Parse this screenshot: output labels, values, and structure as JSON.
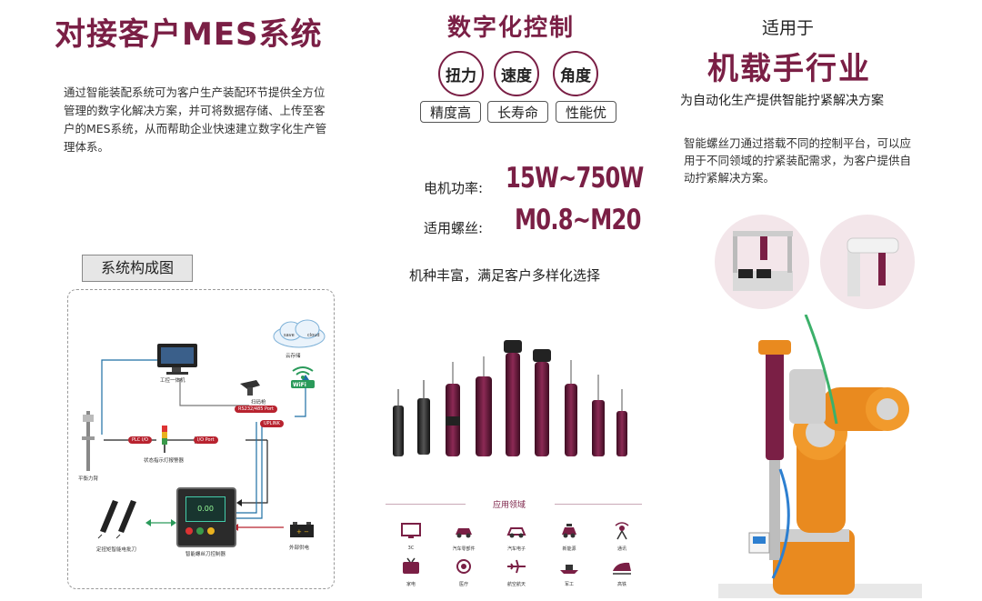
{
  "left": {
    "title": "对接客户MES系统",
    "intro": "通过智能装配系统可为客户生产装配环节提供全方位管理的数字化解决方案，并可将数据存储、上传至客户的MES系统，从而帮助企业快速建立数字化生产管理体系。",
    "diagram_label": "系统构成图",
    "diagram": {
      "workstation": "工控一体机",
      "cloud_save": "save",
      "cloud_cloud": "cloud",
      "cloud_storage": "云存储",
      "scanner": "扫码枪",
      "wifi": "WiFi",
      "port_rs": "RS232/485 Port",
      "port_uplink": "UPLINK",
      "port_plc": "PLC I/O",
      "port_io": "I/O Port",
      "tower_light": "状态指示灯报警器",
      "torque_arm": "平衡力臂",
      "screwdrivers": "定扭矩智能电批刀",
      "controller": "智能螺丝刀控制器",
      "power": "外部供电",
      "controller_screen": "0.00"
    }
  },
  "middle": {
    "title": "数字化控制",
    "circles": [
      "扭力",
      "速度",
      "角度"
    ],
    "tags": [
      "精度高",
      "长寿命",
      "性能优"
    ],
    "power_label": "电机功率:",
    "power_value": "15W~750W",
    "screw_label": "适用螺丝:",
    "screw_value": "M0.8~M20",
    "variety": "机种丰富，满足客户多样化选择",
    "applications_title": "应用领域",
    "applications": [
      {
        "icon": "tv-pc-icon",
        "label": "3C"
      },
      {
        "icon": "car-parts-icon",
        "label": "汽车零部件"
      },
      {
        "icon": "car-electronics-icon",
        "label": "汽车电子"
      },
      {
        "icon": "new-energy-icon",
        "label": "新能源"
      },
      {
        "icon": "communication-icon",
        "label": "通讯"
      },
      {
        "icon": "appliance-icon",
        "label": "家电"
      },
      {
        "icon": "medical-icon",
        "label": "医疗"
      },
      {
        "icon": "aerospace-icon",
        "label": "航空航天"
      },
      {
        "icon": "military-icon",
        "label": "军工"
      },
      {
        "icon": "high-speed-rail-icon",
        "label": "高铁"
      }
    ]
  },
  "right": {
    "subtitle": "适用于",
    "title": "机载手行业",
    "tagline": "为自动化生产提供智能拧紧解决方案",
    "description": "智能螺丝刀通过搭载不同的控制平台，可以应用于不同领域的拧紧装配需求，为客户提供自动拧紧解决方案。"
  },
  "colors": {
    "brand": "#7a1f45",
    "accent_red": "#b8232f",
    "robot_orange": "#e98a1f"
  }
}
